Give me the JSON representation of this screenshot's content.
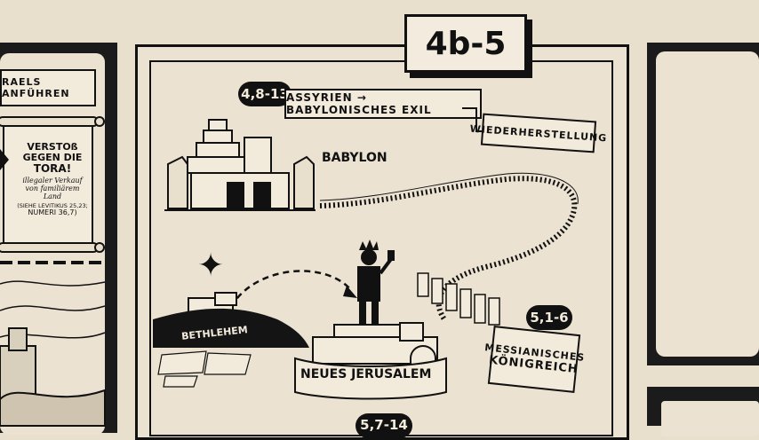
{
  "chapter_ref": "4b-5",
  "left_panel": {
    "banner_text": "RAELS ANFÜHREN",
    "scroll": {
      "heading_line1": "VERSTOß",
      "heading_line2": "GEGEN DIE",
      "heading_line3": "TORA!",
      "note_line1": "illegaler Verkauf",
      "note_line2": "von familiärem",
      "note_line3": "Land",
      "ref_line1": "(SIEHE LEVITIKUS 25,23;",
      "ref_line2": "NUMERI 36,7)"
    }
  },
  "main_panel": {
    "verse_ref_top": "4,8-13",
    "timeline_label": "ASSYRIEN → BABYLONISCHES EXIL",
    "restoration_label": "WIEDERHERSTELLUNG",
    "babylon_label": "BABYLON",
    "bethlehem_label": "BETHLEHEM",
    "jerusalem_label": "NEUES JERUSALEM",
    "verse_ref_right": "5,1-6",
    "kingdom_label_line1": "MESSIANISCHES",
    "kingdom_label_line2": "KÖNIGREICH",
    "verse_ref_bottom": "5,7-14"
  }
}
